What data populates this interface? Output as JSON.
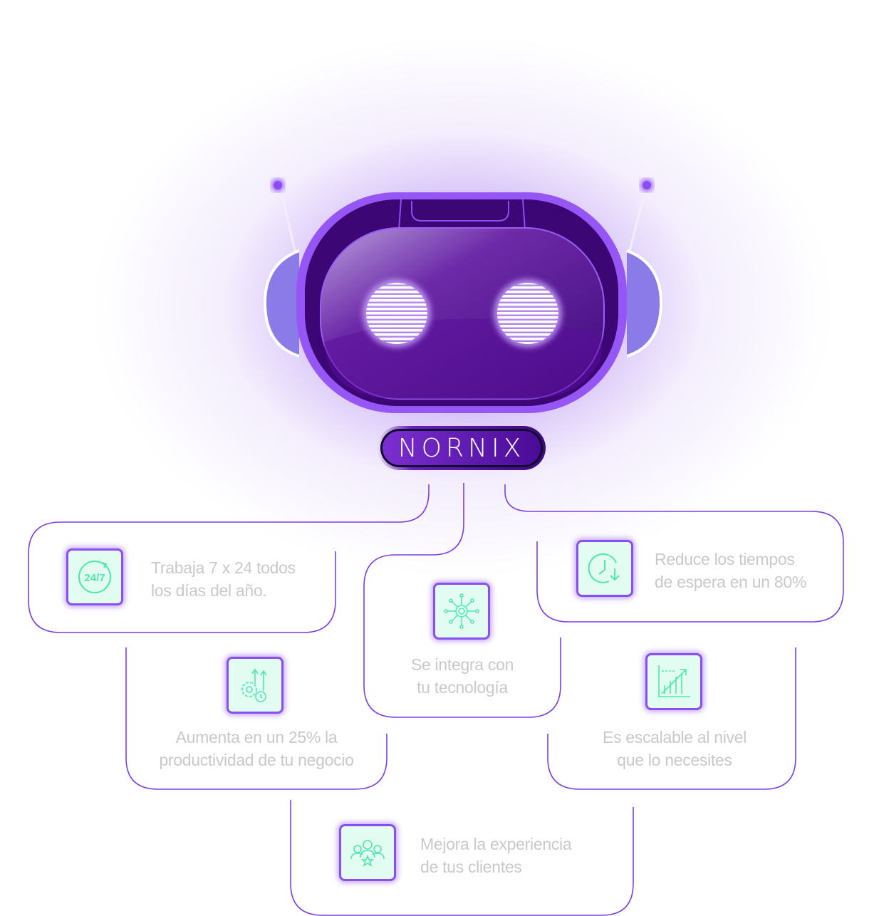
{
  "brand": {
    "name": "NORNIX"
  },
  "colors": {
    "accent": "#7b3fe4",
    "icon_bg": "#e2fcf1",
    "icon_stroke": "#4de8b0",
    "text": "#c9c9c9"
  },
  "features": [
    {
      "icon": "24-7-clock-icon",
      "icon_text": "24/7",
      "line1": "Trabaja 7 x 24 todos",
      "line2": "los días del año."
    },
    {
      "icon": "network-icon",
      "line1": "Se integra con",
      "line2": "tu tecnología"
    },
    {
      "icon": "clock-down-icon",
      "line1": "Reduce los tiempos",
      "line2": "de espera en un 80%"
    },
    {
      "icon": "gears-growth-icon",
      "line1": "Aumenta en un 25% la",
      "line2": "productividad de tu negocio"
    },
    {
      "icon": "scalable-chart-icon",
      "line1": "Es escalable al nivel",
      "line2": "que lo necesites"
    },
    {
      "icon": "customers-icon",
      "line1": "Mejora la experiencia",
      "line2": "de tus clientes"
    }
  ]
}
